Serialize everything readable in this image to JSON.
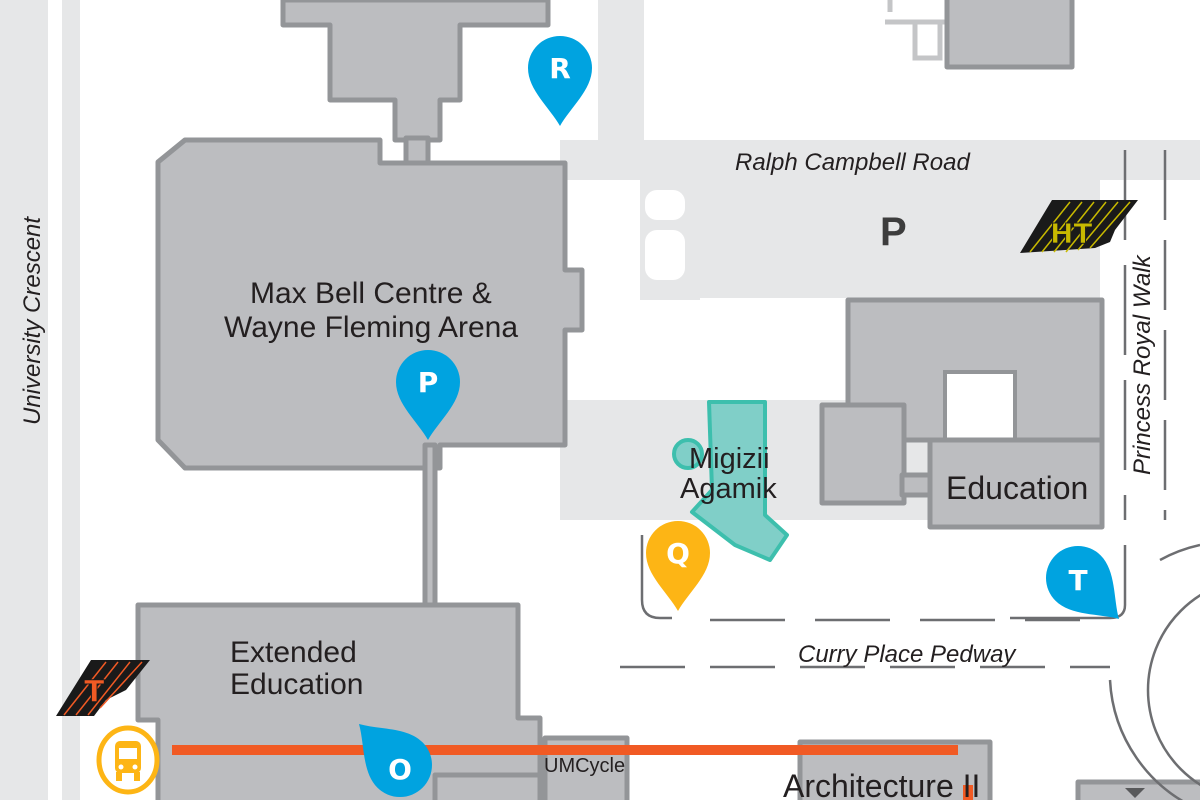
{
  "streets": {
    "university_crescent": "University Crescent",
    "ralph_campbell_road": "Ralph Campbell Road",
    "curry_place_pedway": "Curry Place Pedway",
    "princess_royal_walk": "Princess Royal Walk"
  },
  "buildings": {
    "max_bell_line1": "Max Bell Centre &",
    "max_bell_line2": "Wayne Fleming Arena",
    "migizii_line1": "Migizii",
    "migizii_line2": "Agamik",
    "education": "Education",
    "extended_education_line1": "Extended",
    "extended_education_line2": "Education",
    "umcycle": "UMCycle",
    "architecture_ii": "Architecture II"
  },
  "parking_lot_label": "P",
  "pins": [
    {
      "letter": "R",
      "color": "#00a3e0"
    },
    {
      "letter": "P",
      "color": "#00a3e0"
    },
    {
      "letter": "Q",
      "color": "#fdb515"
    },
    {
      "letter": "O",
      "color": "#00a3e0"
    },
    {
      "letter": "T",
      "color": "#00a3e0"
    }
  ],
  "transit_icons": {
    "hot_tunnel_label": "HT",
    "tunnel_label": "T",
    "bus_icon": "bus-stop-icon"
  },
  "colors": {
    "building_fill": "#bcbdc0",
    "building_stroke": "#939598",
    "road": "#e6e7e8",
    "migizii": "#80cfc8",
    "bus_route": "#f15a24",
    "bus_stop": "#fdb515"
  }
}
